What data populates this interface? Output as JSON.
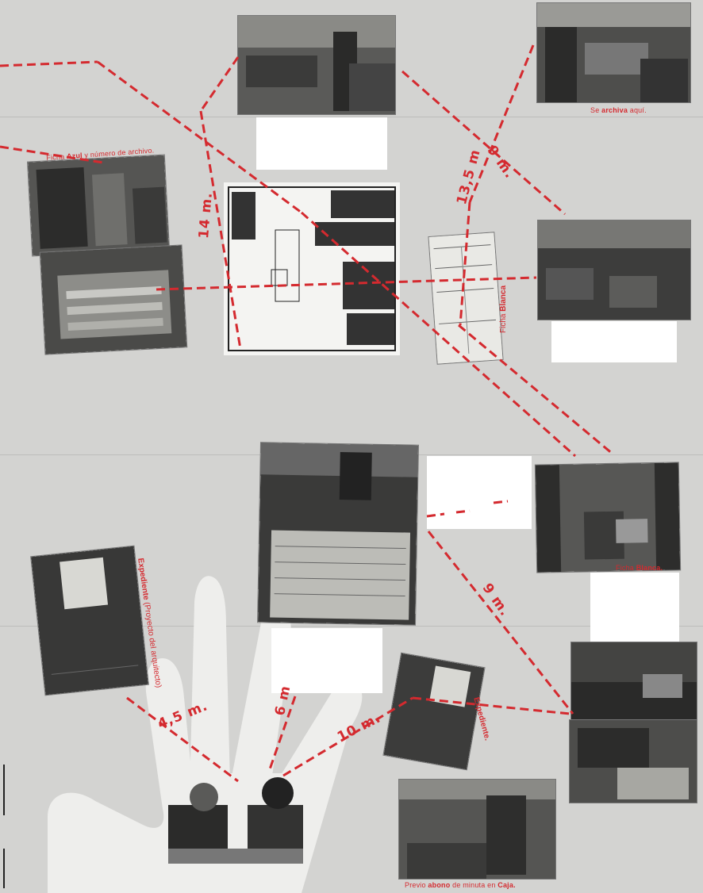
{
  "captions": {
    "archive_here_pre": "Se ",
    "archive_here_bold": "archiva",
    "archive_here_post": " aquí.",
    "blue_card_pre": "Ficha ",
    "blue_card_bold": "Azul",
    "blue_card_post": " y número de archivo.",
    "white_card_bottom_pre": "Ficha ",
    "white_card_bottom_bold": "Blanca.",
    "white_card_vertical_pre": "Ficha ",
    "white_card_vertical_bold": "Blanca",
    "file_pre": "",
    "file_bold": "Expediente",
    "file_post": " (Proyecto del arquitecto)",
    "file_small": "Expediente.",
    "payment_pre": "Previo ",
    "payment_bold": "abono",
    "payment_mid": " de minuta en ",
    "payment_bold2": "Caja."
  },
  "distances": {
    "d14": "14 m.",
    "d13_5": "13,5 m",
    "d9_top": "9 m.",
    "d9_mid": "9 m.",
    "d4_5": "4,5 m.",
    "d6": "6 m",
    "d10": "10 m."
  },
  "colors": {
    "accent": "#d42a2f",
    "paper": "#d3d3d1"
  }
}
